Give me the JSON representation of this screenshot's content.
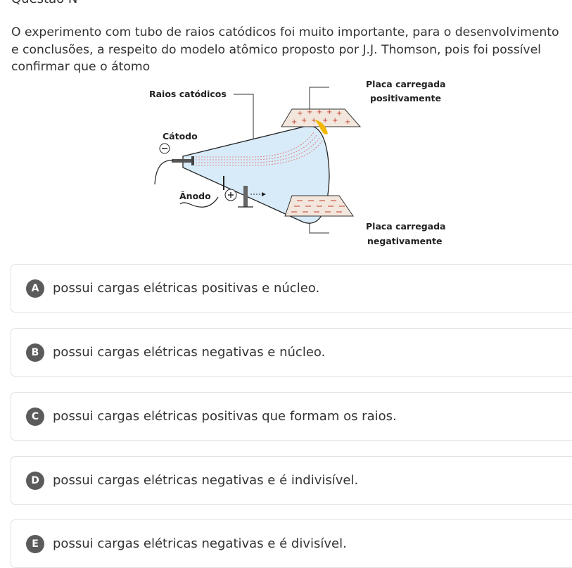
{
  "header": {
    "title": "Questão N"
  },
  "question": {
    "text": "O experimento com tubo de raios catódicos foi muito importante, para o desenvolvimento e conclusões, a respeito do modelo atômico proposto por J.J. Thomson, pois foi possível confirmar que o átomo"
  },
  "figure": {
    "labels": {
      "raios": "Raios catódicos",
      "catodo": "Cátodo",
      "anodo": "Ânodo",
      "placa_pos_1": "Placa carregada",
      "placa_pos_2": "positivamente",
      "placa_neg_1": "Placa carregada",
      "placa_neg_2": "negativamente"
    },
    "colors": {
      "tube": "#d8ebf8",
      "beam": "#e08b8b",
      "hit": "#f2b705"
    }
  },
  "options": [
    {
      "letter": "A",
      "text": "possui cargas elétricas positivas e núcleo."
    },
    {
      "letter": "B",
      "text": "possui cargas elétricas negativas e núcleo."
    },
    {
      "letter": "C",
      "text": "possui cargas elétricas positivas que formam os raios."
    },
    {
      "letter": "D",
      "text": "possui cargas elétricas negativas e é indivisível."
    },
    {
      "letter": "E",
      "text": "possui cargas elétricas negativas e é divisível."
    }
  ]
}
